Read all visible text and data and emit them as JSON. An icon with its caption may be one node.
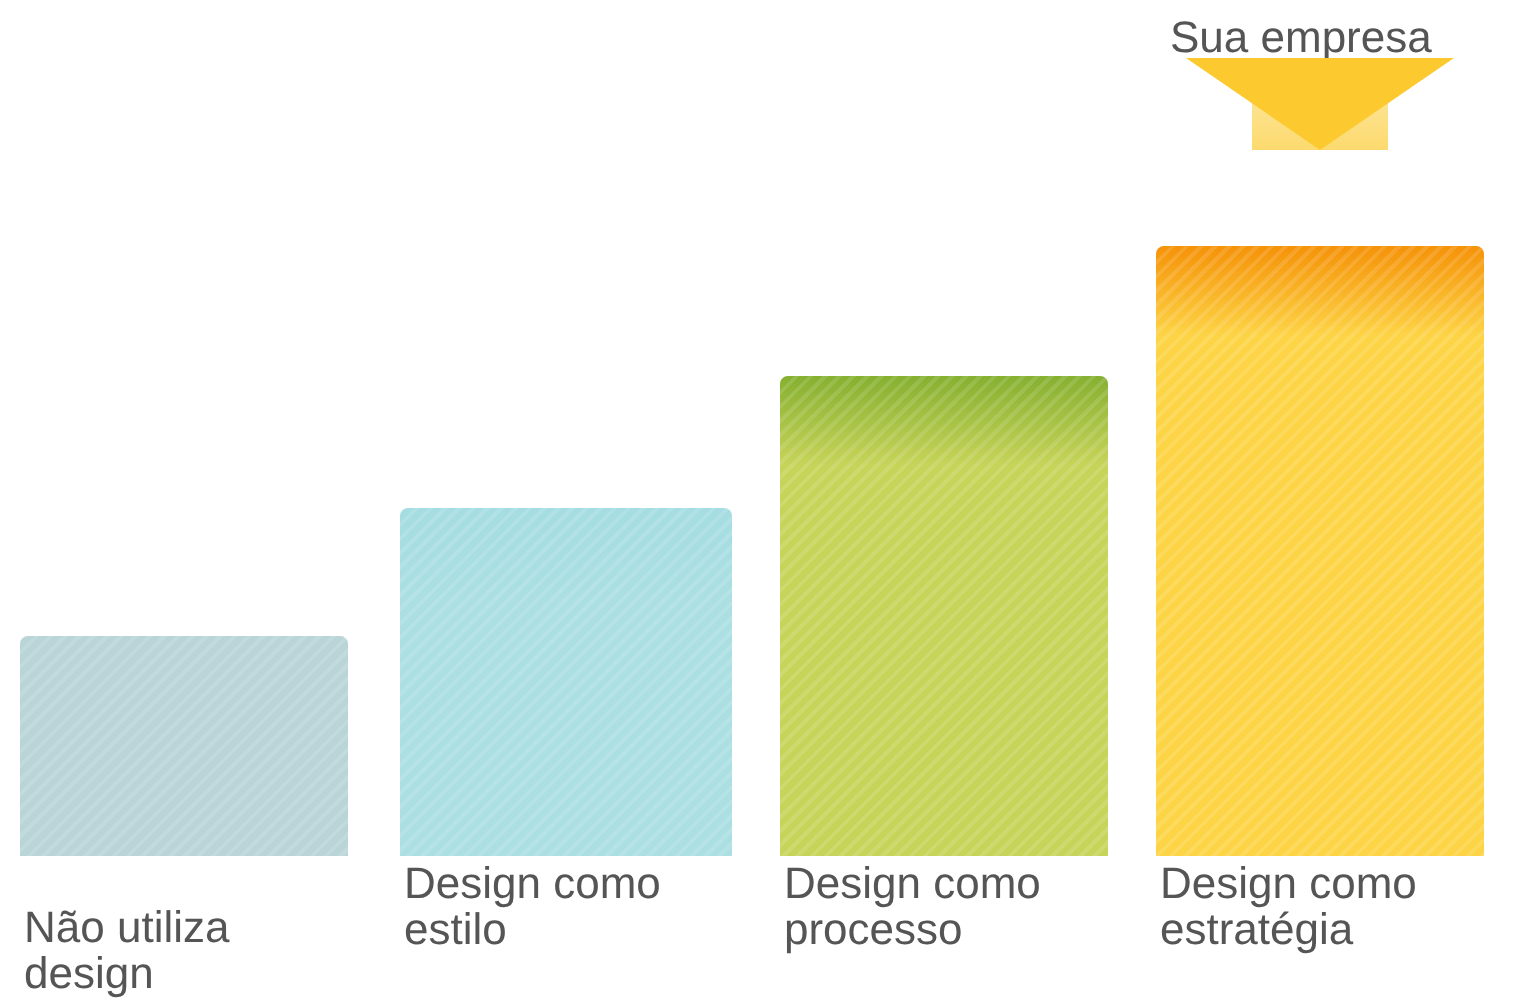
{
  "diagram": {
    "nodes": [
      {
        "text": [
          "Não utiliza design"
        ]
      },
      {
        "text": [
          "Design como estilo"
        ]
      },
      {
        "text": [
          "Design como processo"
        ]
      },
      {
        "text": [
          "Design como estratégia"
        ]
      },
      {
        "text": [
          "Sua empresa"
        ]
      }
    ],
    "edges": [
      {
        "from": 4,
        "to": 3,
        "arrow": "to"
      }
    ]
  }
}
